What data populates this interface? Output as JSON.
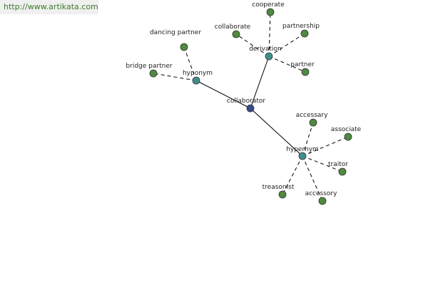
{
  "header": {
    "url_text": "http://www.artikata.com"
  },
  "colors": {
    "center_node": "#3a4a8c",
    "relation_node": "#3f8f8f",
    "word_node": "#4f8a3f",
    "edge": "#000000",
    "watermark_text": "#3b7a2a"
  },
  "graph": {
    "center": {
      "label": "collaborator"
    },
    "relations": [
      {
        "label": "hyponym",
        "words": [
          "dancing partner",
          "bridge partner"
        ]
      },
      {
        "label": "derivation",
        "words": [
          "cooperate",
          "collaborate",
          "partnership",
          "partner"
        ]
      },
      {
        "label": "hypernym",
        "words": [
          "accessary",
          "associate",
          "traitor",
          "accessory",
          "treasonist"
        ]
      }
    ]
  }
}
